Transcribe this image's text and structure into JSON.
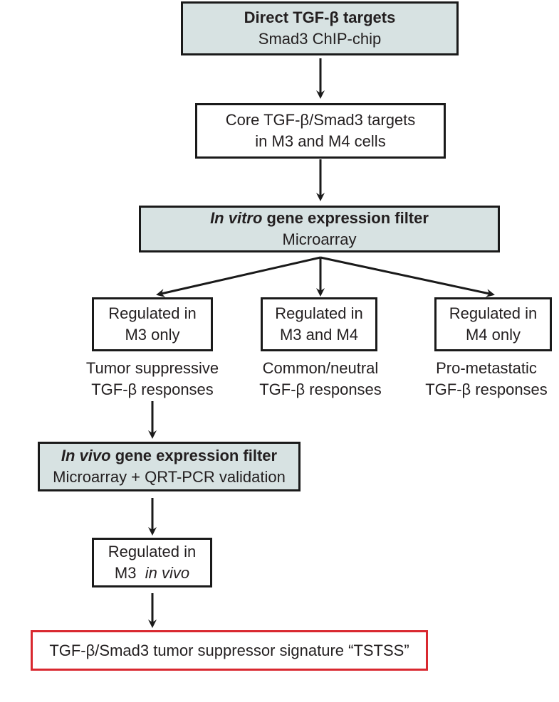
{
  "direct_targets": {
    "title": "Direct TGF-β targets",
    "subtitle": "Smad3 ChIP-chip"
  },
  "core_targets": {
    "line1": "Core TGF-β/Smad3 targets",
    "line2": "in M3 and M4 cells"
  },
  "in_vitro_filter": {
    "title_italic": "In vitro",
    "title_rest": " gene expression filter",
    "subtitle": "Microarray"
  },
  "branches": [
    {
      "line1": "Regulated in",
      "line2": "M3 only",
      "caption1": "Tumor suppressive",
      "caption2": "TGF-β responses"
    },
    {
      "line1": "Regulated in",
      "line2": "M3 and M4",
      "caption1": "Common/neutral",
      "caption2": "TGF-β responses"
    },
    {
      "line1": "Regulated in",
      "line2": "M4 only",
      "caption1": "Pro-metastatic",
      "caption2": "TGF-β responses"
    }
  ],
  "in_vivo_filter": {
    "title_italic": "In vivo",
    "title_rest": " gene expression filter",
    "subtitle": "Microarray + QRT-PCR validation"
  },
  "regulated_in_vivo": {
    "line1": "Regulated in",
    "line2_prefix": "M3",
    "line2_italic": "in vivo"
  },
  "signature": {
    "label": "TGF-β/Smad3 tumor suppressor signature “TSTSS”"
  },
  "colors": {
    "shaded_fill": "#d7e2e2",
    "highlight_border": "#d9282f",
    "line": "#1a1a1a"
  }
}
